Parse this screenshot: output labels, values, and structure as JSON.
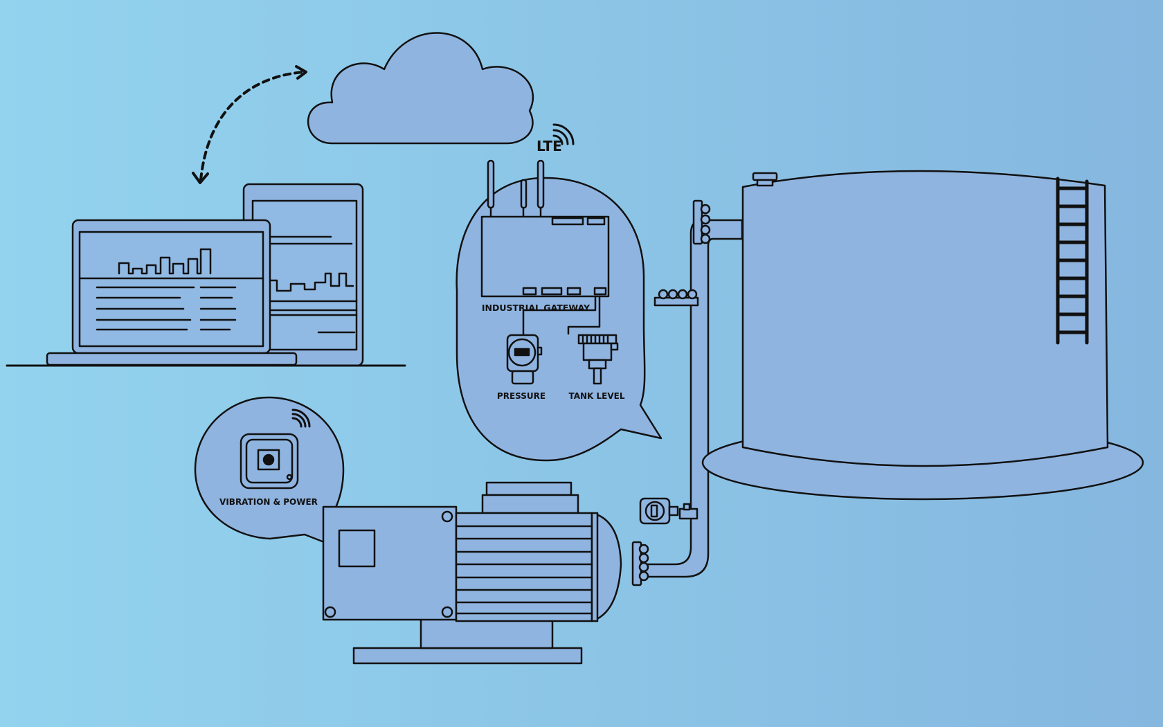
{
  "labels": {
    "lte": "LTE",
    "industrial_gateway": "INDUSTRIAL GATEWAY",
    "pressure": "PRESSURE",
    "tank_level": "TANK LEVEL",
    "vibration_power": "VIBRATION & POWER"
  },
  "icons": [
    "cloud-icon",
    "laptop-icon",
    "tablet-icon",
    "gateway-icon",
    "wifi-signal-icon",
    "pressure-sensor-icon",
    "tank-level-sensor-icon",
    "vibration-sensor-icon",
    "motor-pump-icon",
    "storage-tank-icon",
    "ladder-icon",
    "pipe-icon"
  ],
  "colors": {
    "bg_left": "#93d3ee",
    "bg_right": "#85b7df",
    "fill": "#8fb4e0",
    "stroke": "#111111"
  }
}
